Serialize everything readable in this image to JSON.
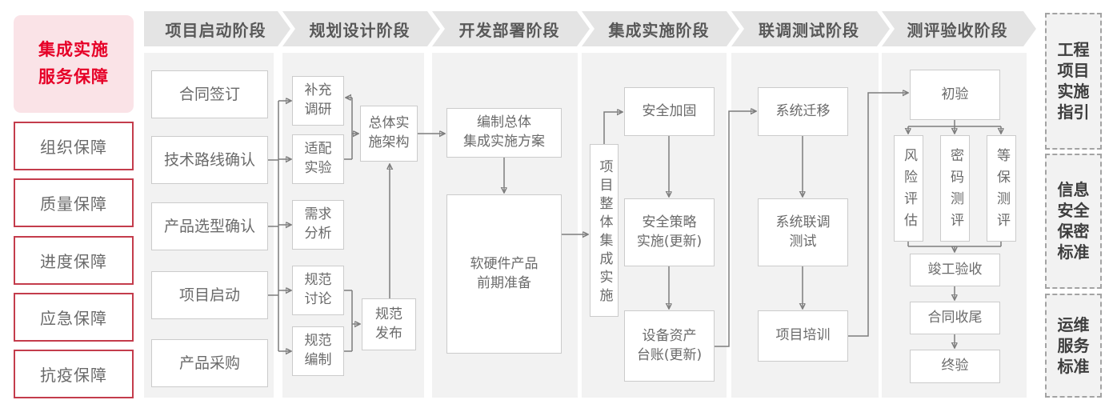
{
  "colors": {
    "accent_red_text": "#e60027",
    "red_border": "#c43c4c",
    "pink_background": "#fae3e7",
    "band_gray": "#e4e4e4",
    "panel_gray": "#f2f2f2",
    "line_gray": "#7d7d7d",
    "text_gray": "#6a6a6a"
  },
  "sidebar": {
    "title": "集成实施\n服务保障",
    "items": [
      {
        "label": "组织保障"
      },
      {
        "label": "质量保障"
      },
      {
        "label": "进度保障"
      },
      {
        "label": "应急保障"
      },
      {
        "label": "抗疫保障"
      }
    ]
  },
  "phases": [
    {
      "header": "项目启动阶段",
      "steps": [
        "合同签订",
        "技术路线确认",
        "产品选型确认",
        "项目启动",
        "产品采购"
      ]
    },
    {
      "header": "规划设计阶段",
      "steps": [
        "补充\n调研",
        "适配\n实验",
        "需求\n分析",
        "规范\n讨论",
        "规范\n编制",
        "总体实\n施架构",
        "规范\n发布"
      ]
    },
    {
      "header": "开发部署阶段",
      "steps": [
        "编制总体\n集成实施方案",
        "软硬件产品\n前期准备"
      ]
    },
    {
      "header": "集成实施阶段",
      "steps": [
        "项目整体集成实施",
        "安全加固",
        "安全策略\n实施(更新)",
        "设备资产\n台账(更新)"
      ]
    },
    {
      "header": "联调测试阶段",
      "steps": [
        "系统迁移",
        "系统联调\n测试",
        "项目培训"
      ]
    },
    {
      "header": "测评验收阶段",
      "steps": [
        "初验",
        "风险评估",
        "密码测评",
        "等保测评",
        "竣工验收",
        "合同收尾",
        "终验"
      ]
    }
  ],
  "standards": [
    {
      "rows": [
        "工程",
        "项目",
        "实施",
        "指引"
      ]
    },
    {
      "rows": [
        "信息",
        "安全",
        "保密",
        "标准"
      ]
    },
    {
      "rows": [
        "运维",
        "服务",
        "标准"
      ]
    }
  ]
}
